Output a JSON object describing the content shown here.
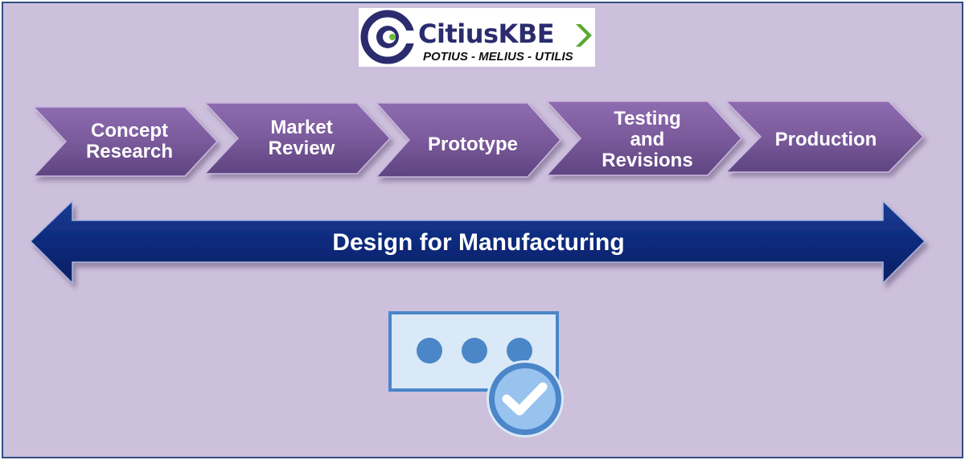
{
  "logo": {
    "name": "CitiusKBE",
    "tagline": "POTIUS - MELIUS - UTILIS"
  },
  "stages": [
    {
      "label": "Concept\nResearch"
    },
    {
      "label": "Market\nReview"
    },
    {
      "label": "Prototype"
    },
    {
      "label": "Testing\nand\nRevisions"
    },
    {
      "label": "Production"
    }
  ],
  "banner": {
    "label": "Design for Manufacturing"
  },
  "icons": {
    "process_icon": "dots-check-icon"
  },
  "colors": {
    "background": "#cdc0dc",
    "chevron": "#7c5b9c",
    "arrow": "#0d2a7a",
    "icon_blue": "#4a86c8"
  }
}
